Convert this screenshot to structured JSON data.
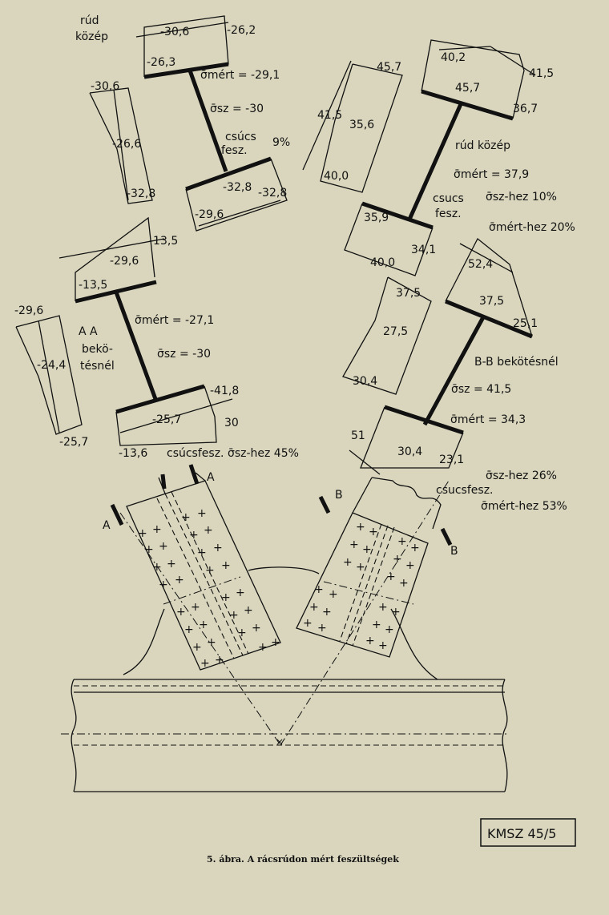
{
  "ul": {
    "rud": "rúd",
    "kozep": "közép",
    "v1": "-30,6",
    "v2": "-26,2",
    "v3": "-26,3",
    "mert": "σ̄mért = -29,1",
    "sz": "σ̄sz = -30",
    "csucs": "csúcs",
    "fesz": "fesz.",
    "pct": "9%",
    "b1": "-32,8",
    "b2": "-32,8",
    "b3": "-29,6"
  },
  "ulside": {
    "v1": "-30,6",
    "v2": "-26,6",
    "v3": "-32,8"
  },
  "ll": {
    "v1": "-13,5",
    "v2": "-29,6",
    "v3": "-13,5",
    "mert": "σ̄mért = -27,1",
    "sz": "σ̄sz = -30",
    "b1": "-41,8",
    "b2": "-25,7",
    "b3": "30",
    "b4": "-13,6",
    "note": "csúcsfesz. σ̄sz-hez 45%"
  },
  "llside": {
    "v1": "-29,6",
    "v2": "-24,4",
    "v3": "-25,7"
  },
  "aa": {
    "l1": "A  A",
    "l2": "bekö-",
    "l3": "tésnél"
  },
  "ur": {
    "v1": "40,2",
    "v2": "41,5",
    "v3": "45,7",
    "v4": "36,7",
    "rud": "rúd  közép",
    "mert": "σ̄mért = 37,9",
    "csucs": "csucs",
    "fesz": "fesz.",
    "szhez": "σ̄sz-hez  10%",
    "merthez": "σ̄mért-hez 20%",
    "b1": "35,9",
    "b2": "34,1",
    "b3": "40,0"
  },
  "urside": {
    "v1": "45,7",
    "v2": "41,5",
    "v3": "35,6",
    "v4": "40,0"
  },
  "mr": {
    "v1": "37,5",
    "v2": "27,5",
    "v3": "30,4"
  },
  "lr": {
    "v1": "52,4",
    "v2": "37,5",
    "v3": "25,1",
    "bb": "B-B bekötésnél",
    "sz": "σ̄sz = 41,5",
    "mert": "σ̄mért = 34,3",
    "b1": "51",
    "b2": "30,4",
    "b3": "23,1",
    "n1": "σ̄sz-hez  26%",
    "n2": "csucsfesz.",
    "n3": "σ̄mért-hez  53%"
  },
  "sec": {
    "a": "A",
    "b": "B"
  },
  "stamp": "KMSZ 45/5",
  "caption": "5. ábra. A rácsrúdon mért feszültségek"
}
